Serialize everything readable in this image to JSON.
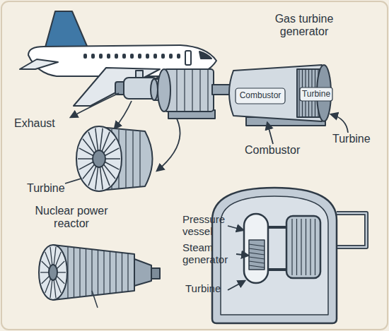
{
  "diagram": {
    "labels": [
      "Gas turbine generator",
      "Combustor",
      "Turbine",
      "Exhaust",
      "Turbine",
      "Combustor",
      "Turbine",
      "Nuclear power reactor",
      "Pressure vessel",
      "Steam generator",
      "Turbine"
    ]
  }
}
